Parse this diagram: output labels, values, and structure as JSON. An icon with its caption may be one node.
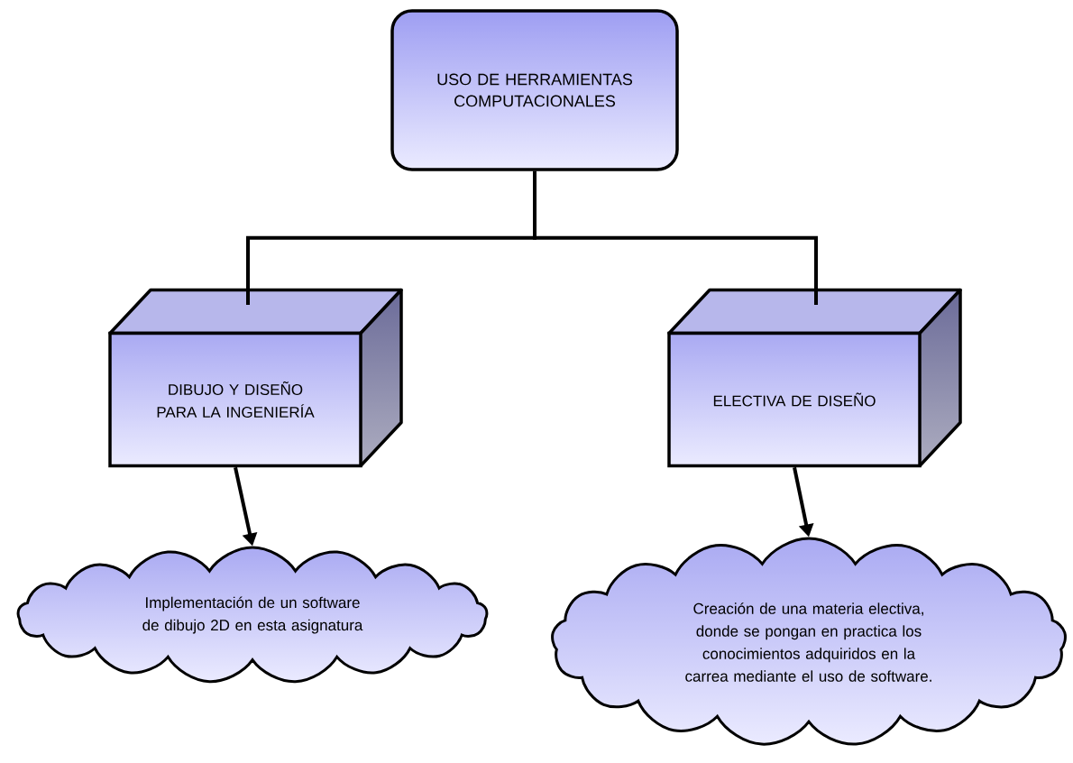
{
  "diagram": {
    "nodes": [
      {
        "text": [
          "USO DE HERRAMIENTAS COMPUTACIONALES"
        ]
      },
      {
        "text": [
          "DIBUJO Y DISEÑO PARA LA INGENIERÍA"
        ]
      },
      {
        "text": [
          "ELECTIVA DE DISEÑO"
        ]
      },
      {
        "text": [
          "Implementación de un software de dibujo 2D en esta asignatura"
        ]
      },
      {
        "text": [
          "Creación de una materia electiva, donde se pongan en practica los conocimientos adquiridos en la carrea mediante el uso de software."
        ]
      }
    ],
    "edges": [
      {
        "from": 0,
        "to": 1,
        "arrow": "none"
      },
      {
        "from": 0,
        "to": 2,
        "arrow": "none"
      },
      {
        "from": 1,
        "to": 3,
        "arrow": "to"
      },
      {
        "from": 2,
        "to": 4,
        "arrow": "to"
      }
    ]
  }
}
